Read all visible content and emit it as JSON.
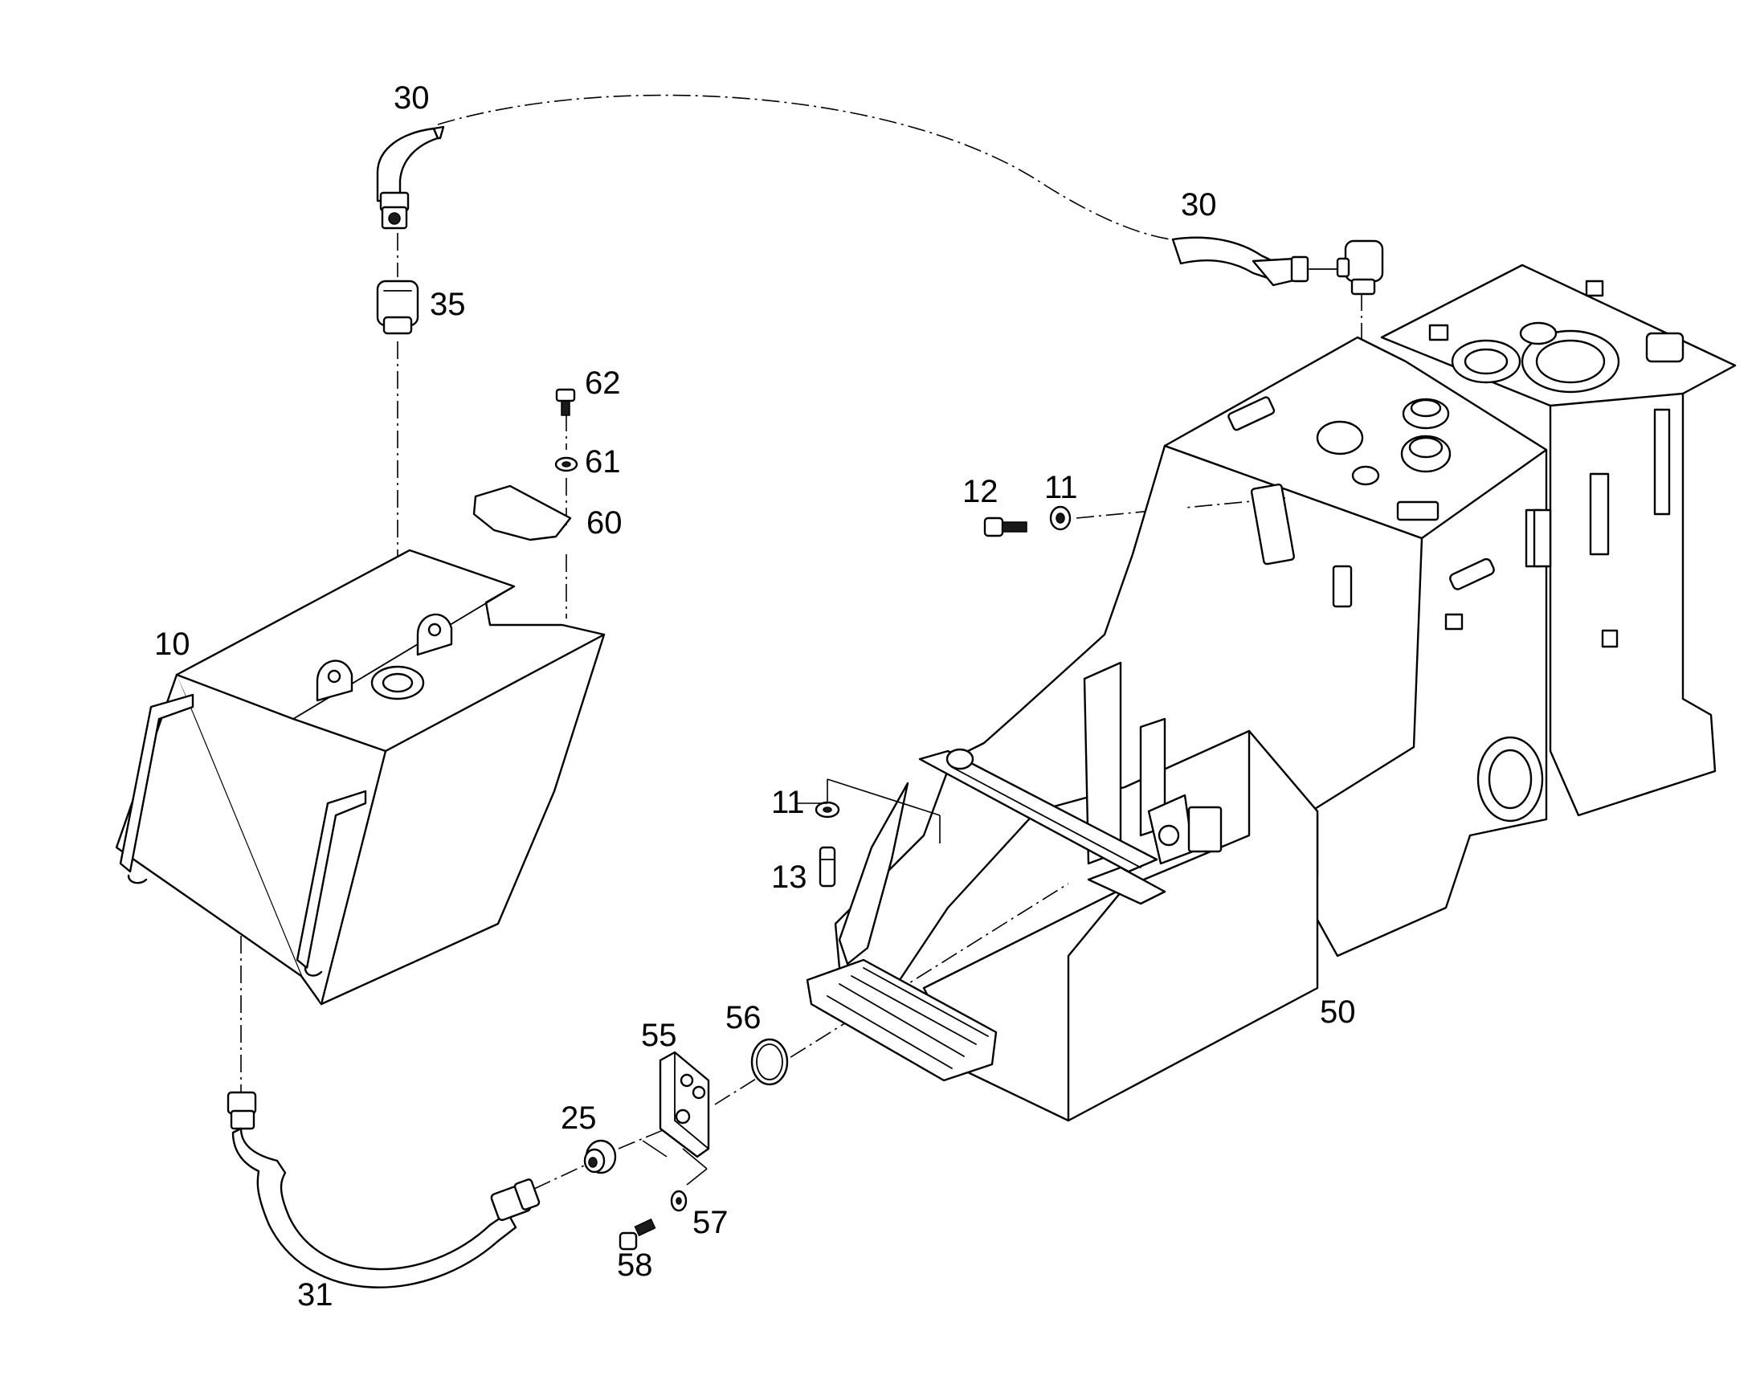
{
  "diagram": {
    "callouts": [
      {
        "id": "c30a",
        "label": "30"
      },
      {
        "id": "c30b",
        "label": "30"
      },
      {
        "id": "c35",
        "label": "35"
      },
      {
        "id": "c62",
        "label": "62"
      },
      {
        "id": "c61",
        "label": "61"
      },
      {
        "id": "c60",
        "label": "60"
      },
      {
        "id": "c10",
        "label": "10"
      },
      {
        "id": "c12",
        "label": "12"
      },
      {
        "id": "c11a",
        "label": "11"
      },
      {
        "id": "c11b",
        "label": "11"
      },
      {
        "id": "c13",
        "label": "13"
      },
      {
        "id": "c50",
        "label": "50"
      },
      {
        "id": "c55",
        "label": "55"
      },
      {
        "id": "c56",
        "label": "56"
      },
      {
        "id": "c25",
        "label": "25"
      },
      {
        "id": "c57",
        "label": "57"
      },
      {
        "id": "c58",
        "label": "58"
      },
      {
        "id": "c31",
        "label": "31"
      }
    ]
  }
}
